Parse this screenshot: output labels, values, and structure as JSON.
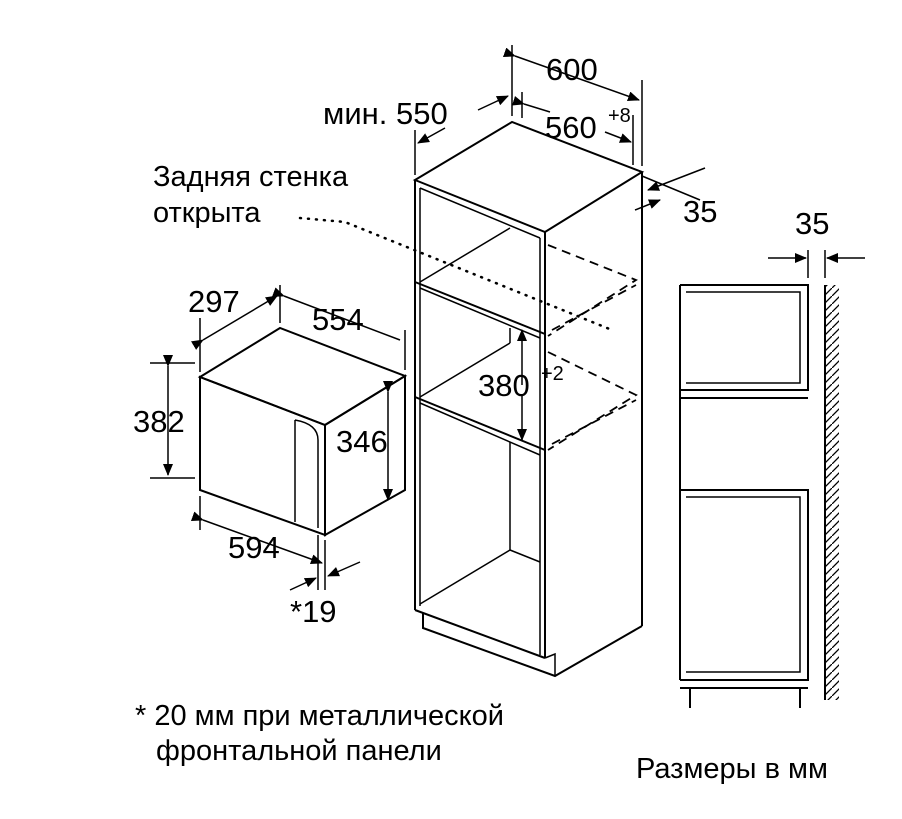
{
  "cabinet": {
    "width": "600",
    "depth_min": "мин. 550",
    "inner_width": "560",
    "inner_width_tol": "+8",
    "side_gap": "35",
    "niche_height": "380",
    "niche_height_tol": "+2",
    "rear_note_line1": "Задняя стенка",
    "rear_note_line2": "открыта"
  },
  "appliance": {
    "depth": "297",
    "width_top": "554",
    "height": "382",
    "inner_height": "346",
    "front_width": "594",
    "front_thickness": "*19"
  },
  "side_view": {
    "wall_gap": "35"
  },
  "footnote": {
    "line1": "* 20 мм при металлической",
    "line2": "фронтальной панели"
  },
  "units_note": "Размеры в мм"
}
